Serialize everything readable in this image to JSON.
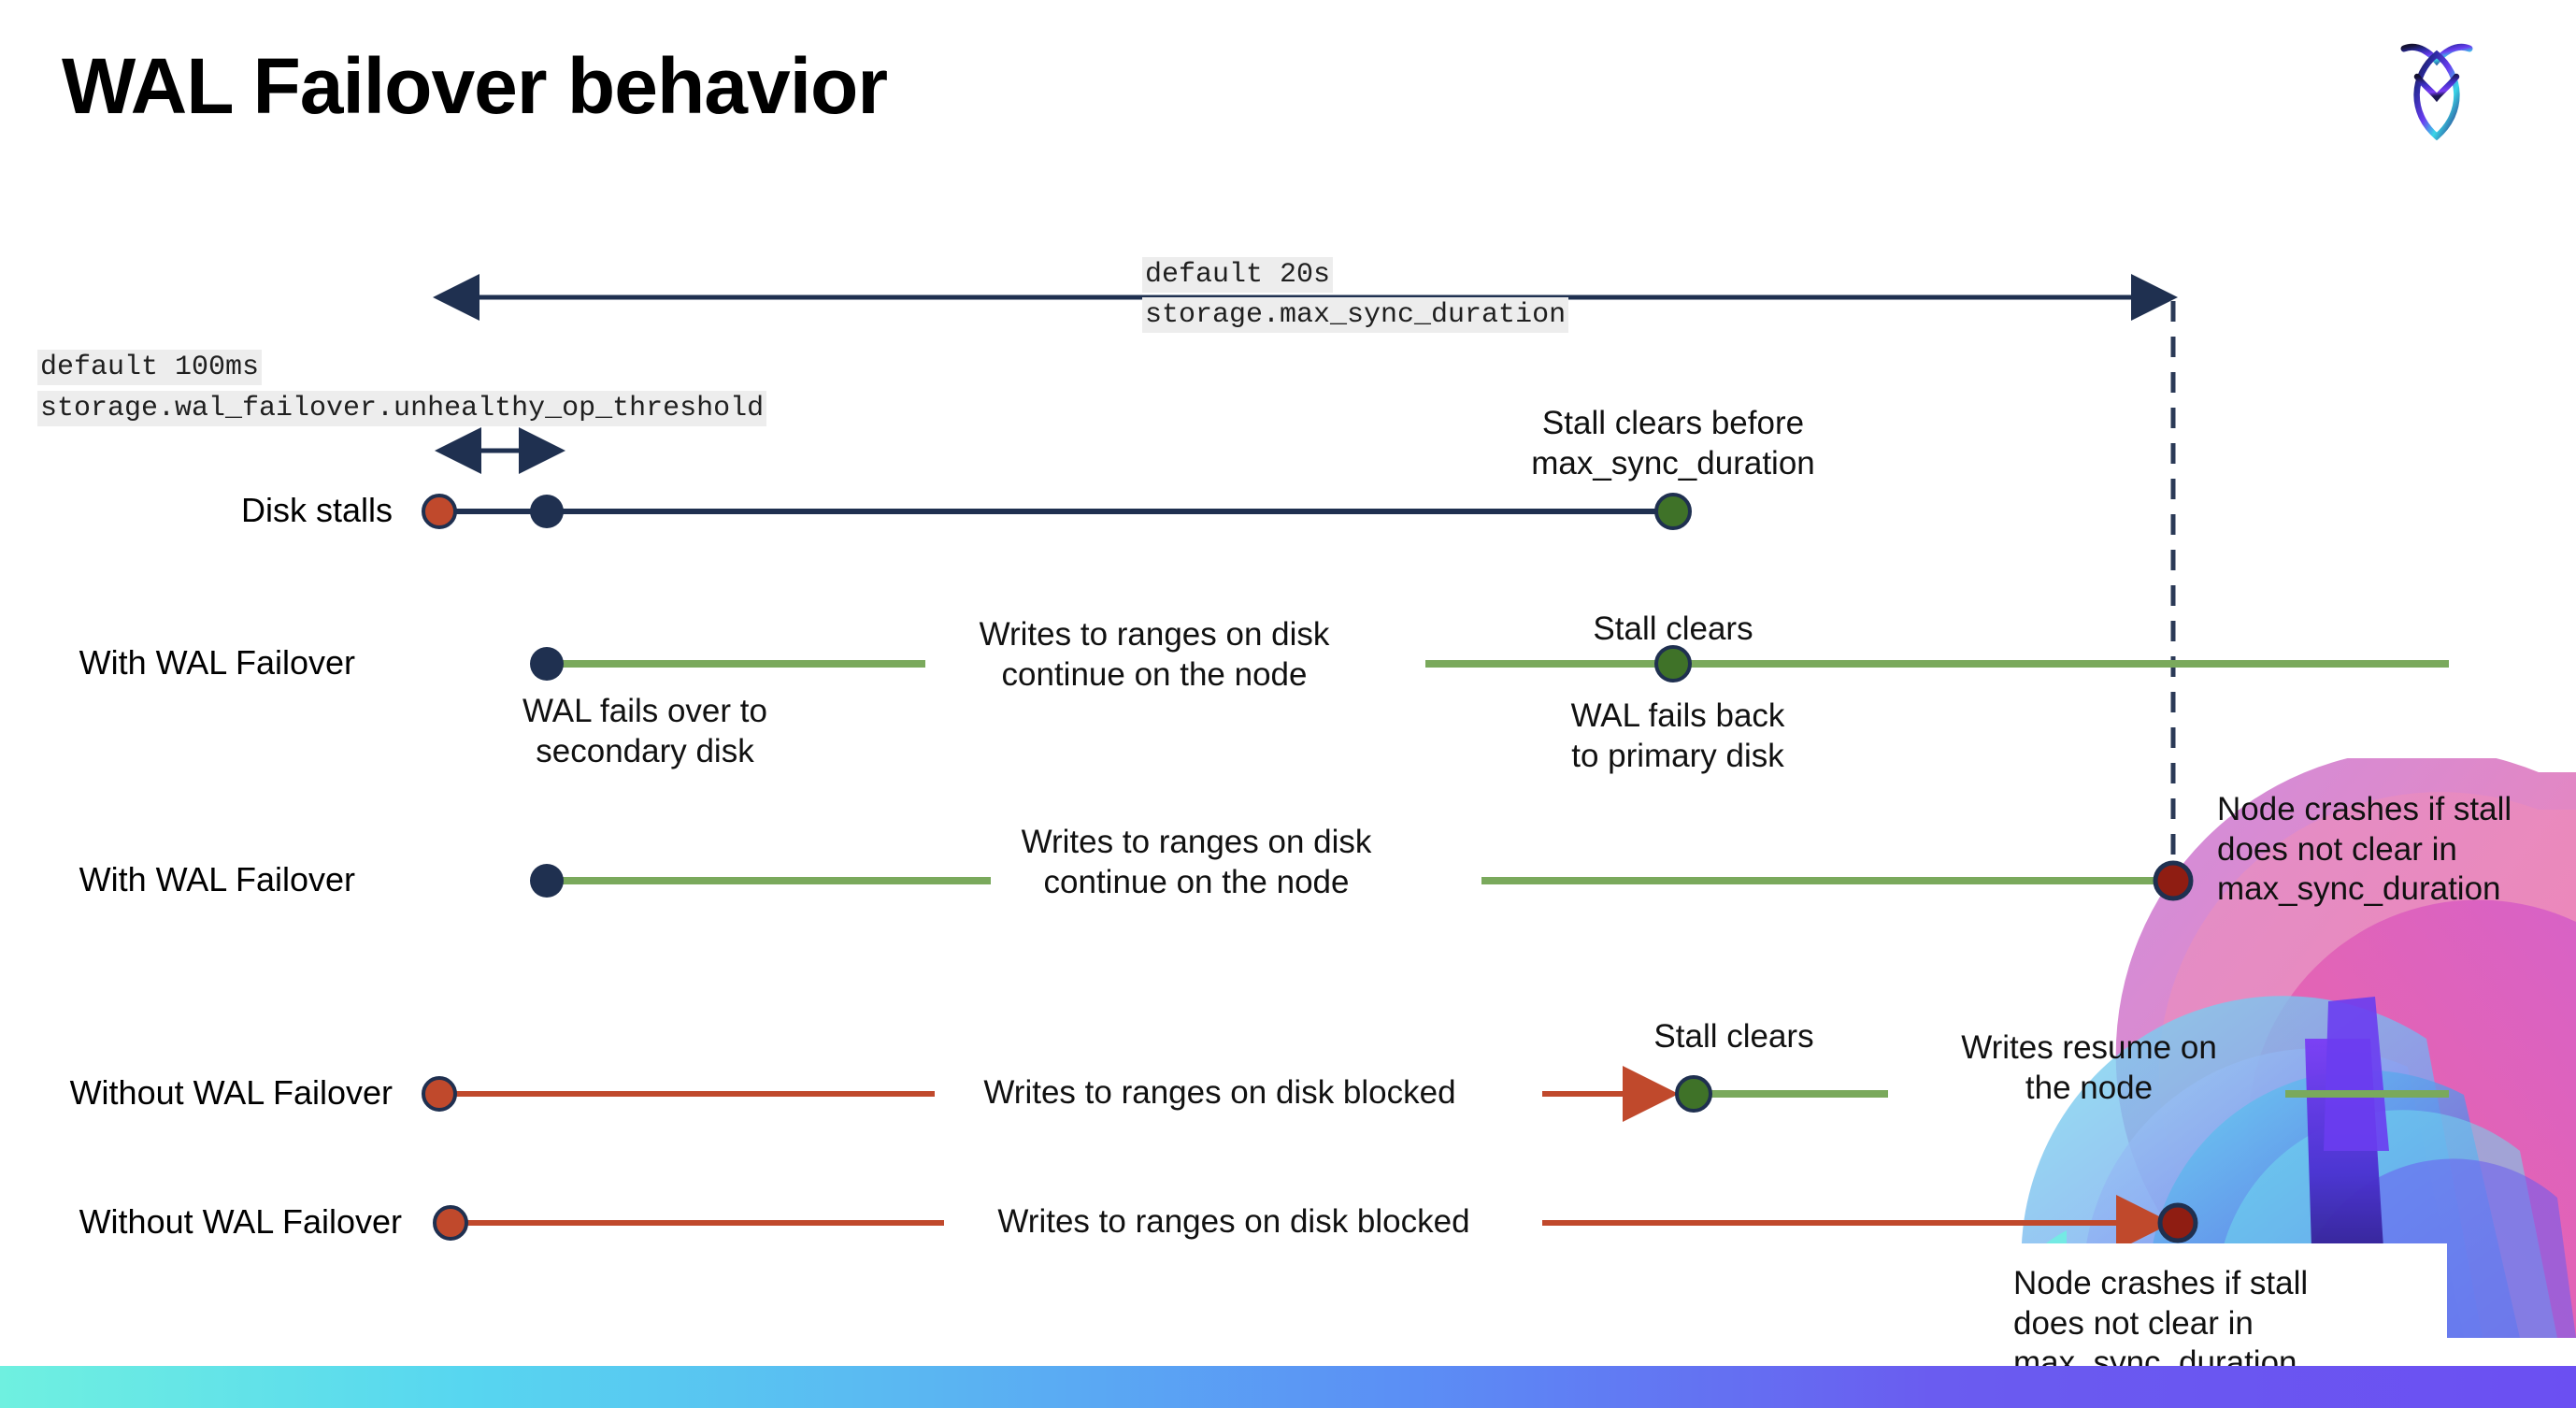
{
  "slide": {
    "title": "WAL Failover behavior",
    "logo_name": "cockroach-labs-logo",
    "background": "#ffffff",
    "bottom_bar_colors": [
      "#6ff0e0",
      "#5ab8f2",
      "#6b4ff2"
    ]
  },
  "settings": {
    "max_sync": {
      "default_label": "default 20s",
      "setting_name": "storage.max_sync_duration"
    },
    "unhealthy_op": {
      "default_label": "default 100ms",
      "setting_name": "storage.wal_failover.unhealthy_op_threshold"
    }
  },
  "colors": {
    "navy": "#1f3050",
    "orange": "#c0492c",
    "green_line": "#7aa95c",
    "green_dot": "#3f7228",
    "dark_red": "#8f1d12",
    "chip_bg": "#ededed"
  },
  "rows": [
    {
      "label": "Disk stalls",
      "name": "row-disk-stalls",
      "line_color": "#1f3050",
      "markers": [
        "stall-start-orange",
        "failover-navy",
        "stall-clear-green"
      ],
      "notes": [
        "Stall clears before\nmax_sync_duration"
      ]
    },
    {
      "label": "With WAL Failover",
      "name": "row-with-wal-failover-1",
      "line_color": "#7aa95c",
      "markers": [
        "failover-navy",
        "stall-clear-green"
      ],
      "notes": [
        "WAL fails over to\nsecondary disk",
        "Writes to ranges on disk\ncontinue on the node",
        "Stall clears",
        "WAL fails  back\nto primary disk"
      ]
    },
    {
      "label": "With WAL Failover",
      "name": "row-with-wal-failover-2",
      "line_color": "#7aa95c",
      "markers": [
        "failover-navy",
        "node-crash-red"
      ],
      "notes": [
        "Writes to ranges on disk\ncontinue on the node",
        "Node crashes if stall\ndoes not clear in\nmax_sync_duration"
      ]
    },
    {
      "label": "Without WAL Failover",
      "name": "row-without-wal-failover-1",
      "line_color": "#c0492c",
      "markers": [
        "stall-start-orange",
        "stall-clear-green"
      ],
      "notes": [
        "Writes to ranges on disk  blocked",
        "Stall clears",
        "Writes resume on\nthe node"
      ]
    },
    {
      "label": "Without WAL Failover",
      "name": "row-without-wal-failover-2",
      "line_color": "#c0492c",
      "markers": [
        "stall-start-orange",
        "node-crash-red"
      ],
      "notes": [
        "Writes to ranges on disk  blocked",
        "Node crashes if stall\ndoes not clear in\nmax_sync_duration"
      ]
    }
  ],
  "labels": {
    "disk_stalls": "Disk stalls",
    "with_wal_1": "With WAL Failover",
    "with_wal_2": "With WAL Failover",
    "without_wal_1": "Without WAL Failover",
    "without_wal_2": "Without WAL Failover"
  },
  "notes": {
    "stall_clears_before": "Stall clears before\nmax_sync_duration",
    "wal_fails_over": "WAL fails over to\nsecondary disk",
    "writes_continue_1": "Writes to ranges on disk\ncontinue on the node",
    "stall_clears_2": "Stall clears",
    "wal_fails_back": "WAL fails  back\nto primary disk",
    "writes_continue_2": "Writes to ranges on disk\ncontinue on the node",
    "node_crashes_1": "Node crashes if stall\ndoes not clear in\nmax_sync_duration",
    "writes_blocked_1": "Writes to ranges on disk  blocked",
    "stall_clears_3": "Stall clears",
    "writes_resume": "Writes resume on\nthe node",
    "writes_blocked_2": "Writes to ranges on disk  blocked",
    "node_crashes_2": "Node crashes if stall\ndoes not clear in\nmax_sync_duration"
  }
}
